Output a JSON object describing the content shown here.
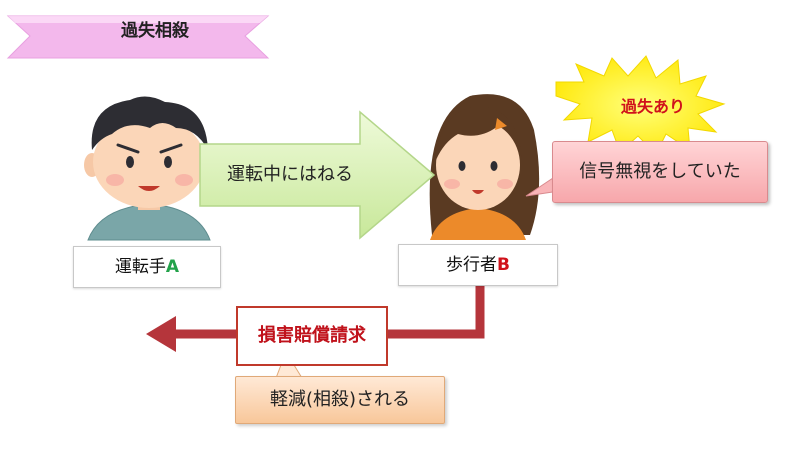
{
  "banner": {
    "text": "過失相殺"
  },
  "driver": {
    "label_prefix": "運転手",
    "label_letter": "A"
  },
  "pedestrian": {
    "label_prefix": "歩行者",
    "label_letter": "B"
  },
  "action_arrow": {
    "text": "運転中にはねる"
  },
  "fault_burst": {
    "text": "過失あり"
  },
  "fault_callout": {
    "text": "信号無視をしていた"
  },
  "claim": {
    "text": "損害賠償請求"
  },
  "reduction": {
    "text": "軽減(相殺)される"
  },
  "colors": {
    "banner_fill": "#f7c6f1",
    "arrow_fill": "#d8f0b0",
    "burst_fill": "#fff200",
    "callout_fill": "#f7a7ab",
    "claim_line": "#b5353b",
    "reduction_fill": "#f8c79a",
    "label_a": "#22a24a",
    "label_b": "#d0121b"
  }
}
